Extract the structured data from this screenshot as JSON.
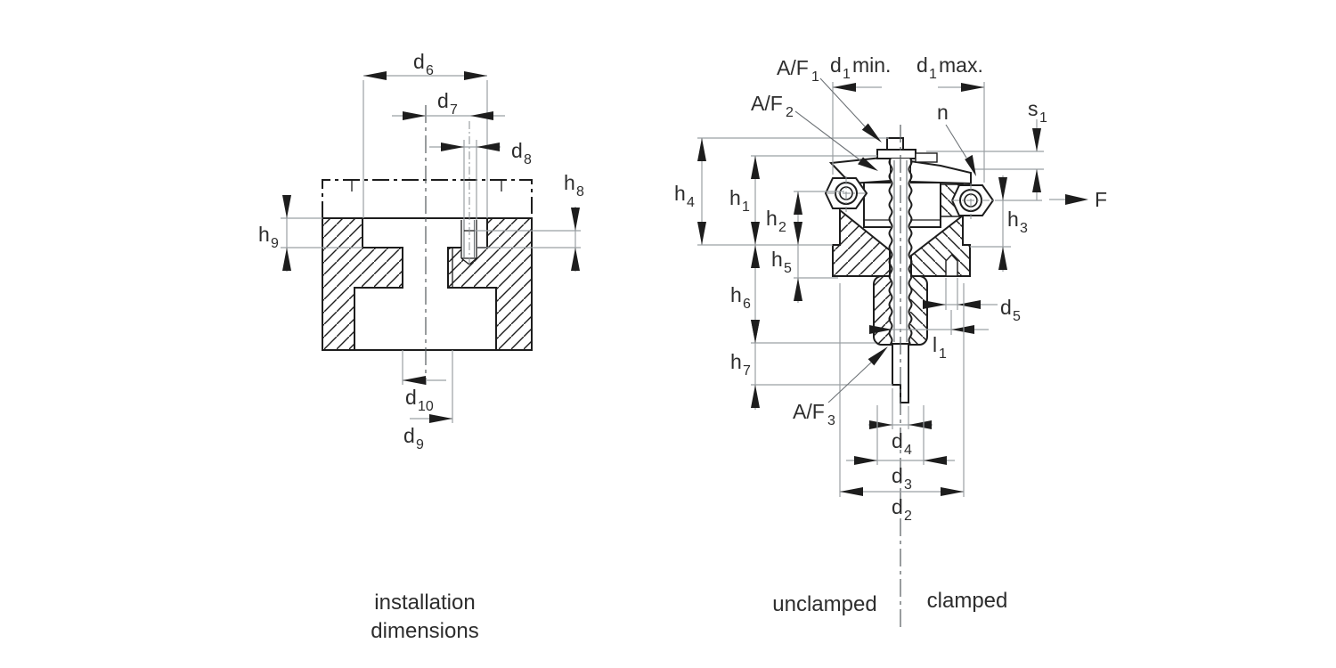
{
  "colors": {
    "object_line": "#1d1d1d",
    "dimension_line": "#9ba0a4",
    "text": "#2d2d2d",
    "background": "#ffffff"
  },
  "figure_left": {
    "caption": {
      "line1": "installation",
      "line2": "dimensions"
    },
    "labels": {
      "d6": {
        "base": "d",
        "sub": "6"
      },
      "d7": {
        "base": "d",
        "sub": "7"
      },
      "d8": {
        "base": "d",
        "sub": "8"
      },
      "h8": {
        "base": "h",
        "sub": "8"
      },
      "h9": {
        "base": "h",
        "sub": "9"
      },
      "d10": {
        "base": "d",
        "sub": "10"
      },
      "d9": {
        "base": "d",
        "sub": "9"
      }
    }
  },
  "figure_right": {
    "caption": {
      "left": "unclamped",
      "right": "clamped"
    },
    "labels": {
      "af1": {
        "base": "A/F",
        "sub": "1"
      },
      "af2": {
        "base": "A/F",
        "sub": "2"
      },
      "af3": {
        "base": "A/F",
        "sub": "3"
      },
      "d1min": {
        "base": "d",
        "sub": "1",
        "suffix": "min."
      },
      "d1max": {
        "base": "d",
        "sub": "1",
        "suffix": "max."
      },
      "n": {
        "base": "n"
      },
      "s1": {
        "base": "s",
        "sub": "1"
      },
      "force": {
        "base": "F"
      },
      "h1": {
        "base": "h",
        "sub": "1"
      },
      "h2": {
        "base": "h",
        "sub": "2"
      },
      "h3": {
        "base": "h",
        "sub": "3"
      },
      "h4": {
        "base": "h",
        "sub": "4"
      },
      "h5": {
        "base": "h",
        "sub": "5"
      },
      "h6": {
        "base": "h",
        "sub": "6"
      },
      "h7": {
        "base": "h",
        "sub": "7"
      },
      "d2": {
        "base": "d",
        "sub": "2"
      },
      "d3": {
        "base": "d",
        "sub": "3"
      },
      "d4": {
        "base": "d",
        "sub": "4"
      },
      "d5": {
        "base": "d",
        "sub": "5"
      },
      "l1": {
        "base": "l",
        "sub": "1"
      }
    }
  }
}
